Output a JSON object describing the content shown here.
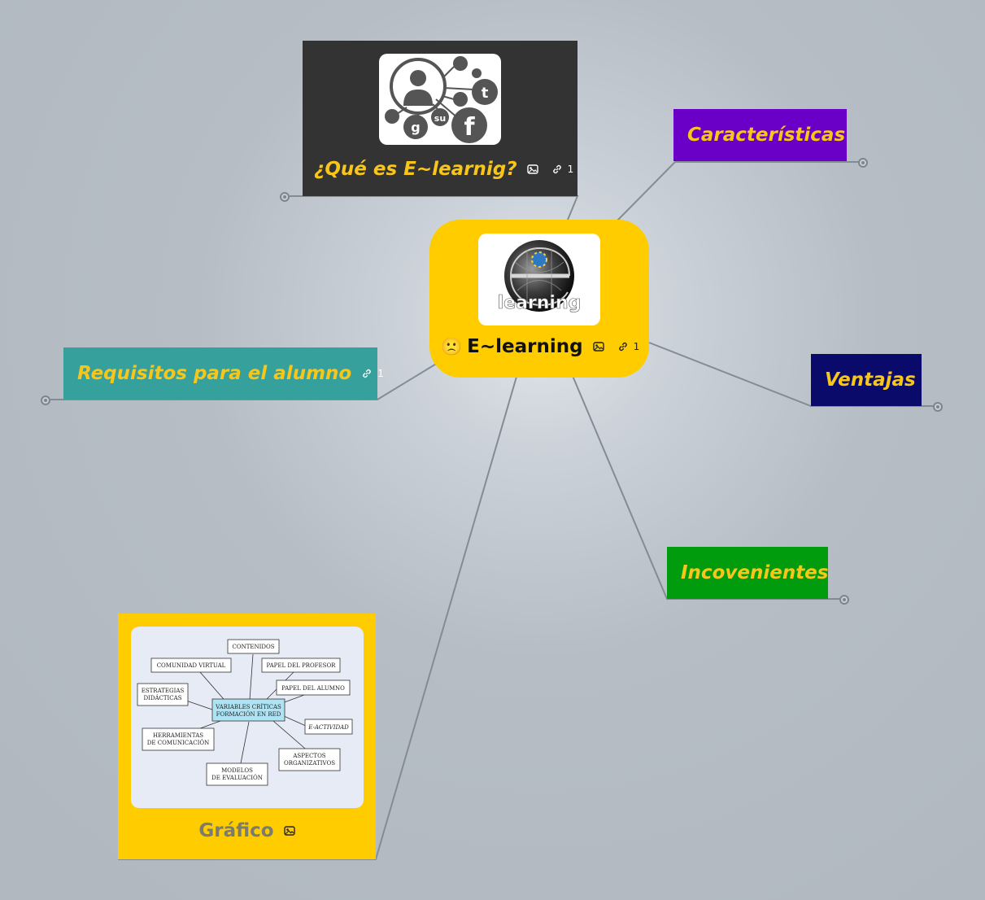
{
  "central": {
    "emoji": "🙁",
    "label": "E~learning",
    "link_count": "1"
  },
  "topics": {
    "que": {
      "label": "¿Qué es E~learnig?",
      "link_count": "1"
    },
    "caracteristicas": {
      "label": "Características"
    },
    "ventajas": {
      "label": "Ventajas"
    },
    "incovenientes": {
      "label": "Incovenientes"
    },
    "requisitos": {
      "label": "Requisitos para el alumno",
      "link_count": "1"
    },
    "grafico": {
      "label": "Gráfico"
    }
  },
  "central_image": {
    "caption": "learning"
  },
  "grafico_image": {
    "center": [
      "VARIABLES CRÍTICAS",
      "FORMACIÓN EN RED"
    ],
    "boxes": {
      "contenidos": "CONTENIDOS",
      "comunidad": "COMUNIDAD VIRTUAL",
      "profesor": "PAPEL DEL PROFESOR",
      "alumno": "PAPEL DEL ALUMNO",
      "estrategias": [
        "ESTRATEGIAS",
        "DIDÁCTICAS"
      ],
      "eactividad": "E-ACTIVIDAD",
      "herramientas": [
        "HERRAMIENTAS",
        "DE COMUNICACIÓN"
      ],
      "aspectos": [
        "ASPECTOS",
        "ORGANIZATIVOS"
      ],
      "modelos": [
        "MODELOS",
        "DE EVALUACIÓN"
      ]
    }
  },
  "colors": {
    "central": "#ffcc00",
    "que": "#333333",
    "caracteristicas": "#6a00c8",
    "ventajas": "#0a0a6a",
    "incovenientes": "#009c0e",
    "requisitos": "#35a09c",
    "grafico": "#ffcc00",
    "topic_text": "#f8c61a",
    "connector": "#838c95"
  }
}
